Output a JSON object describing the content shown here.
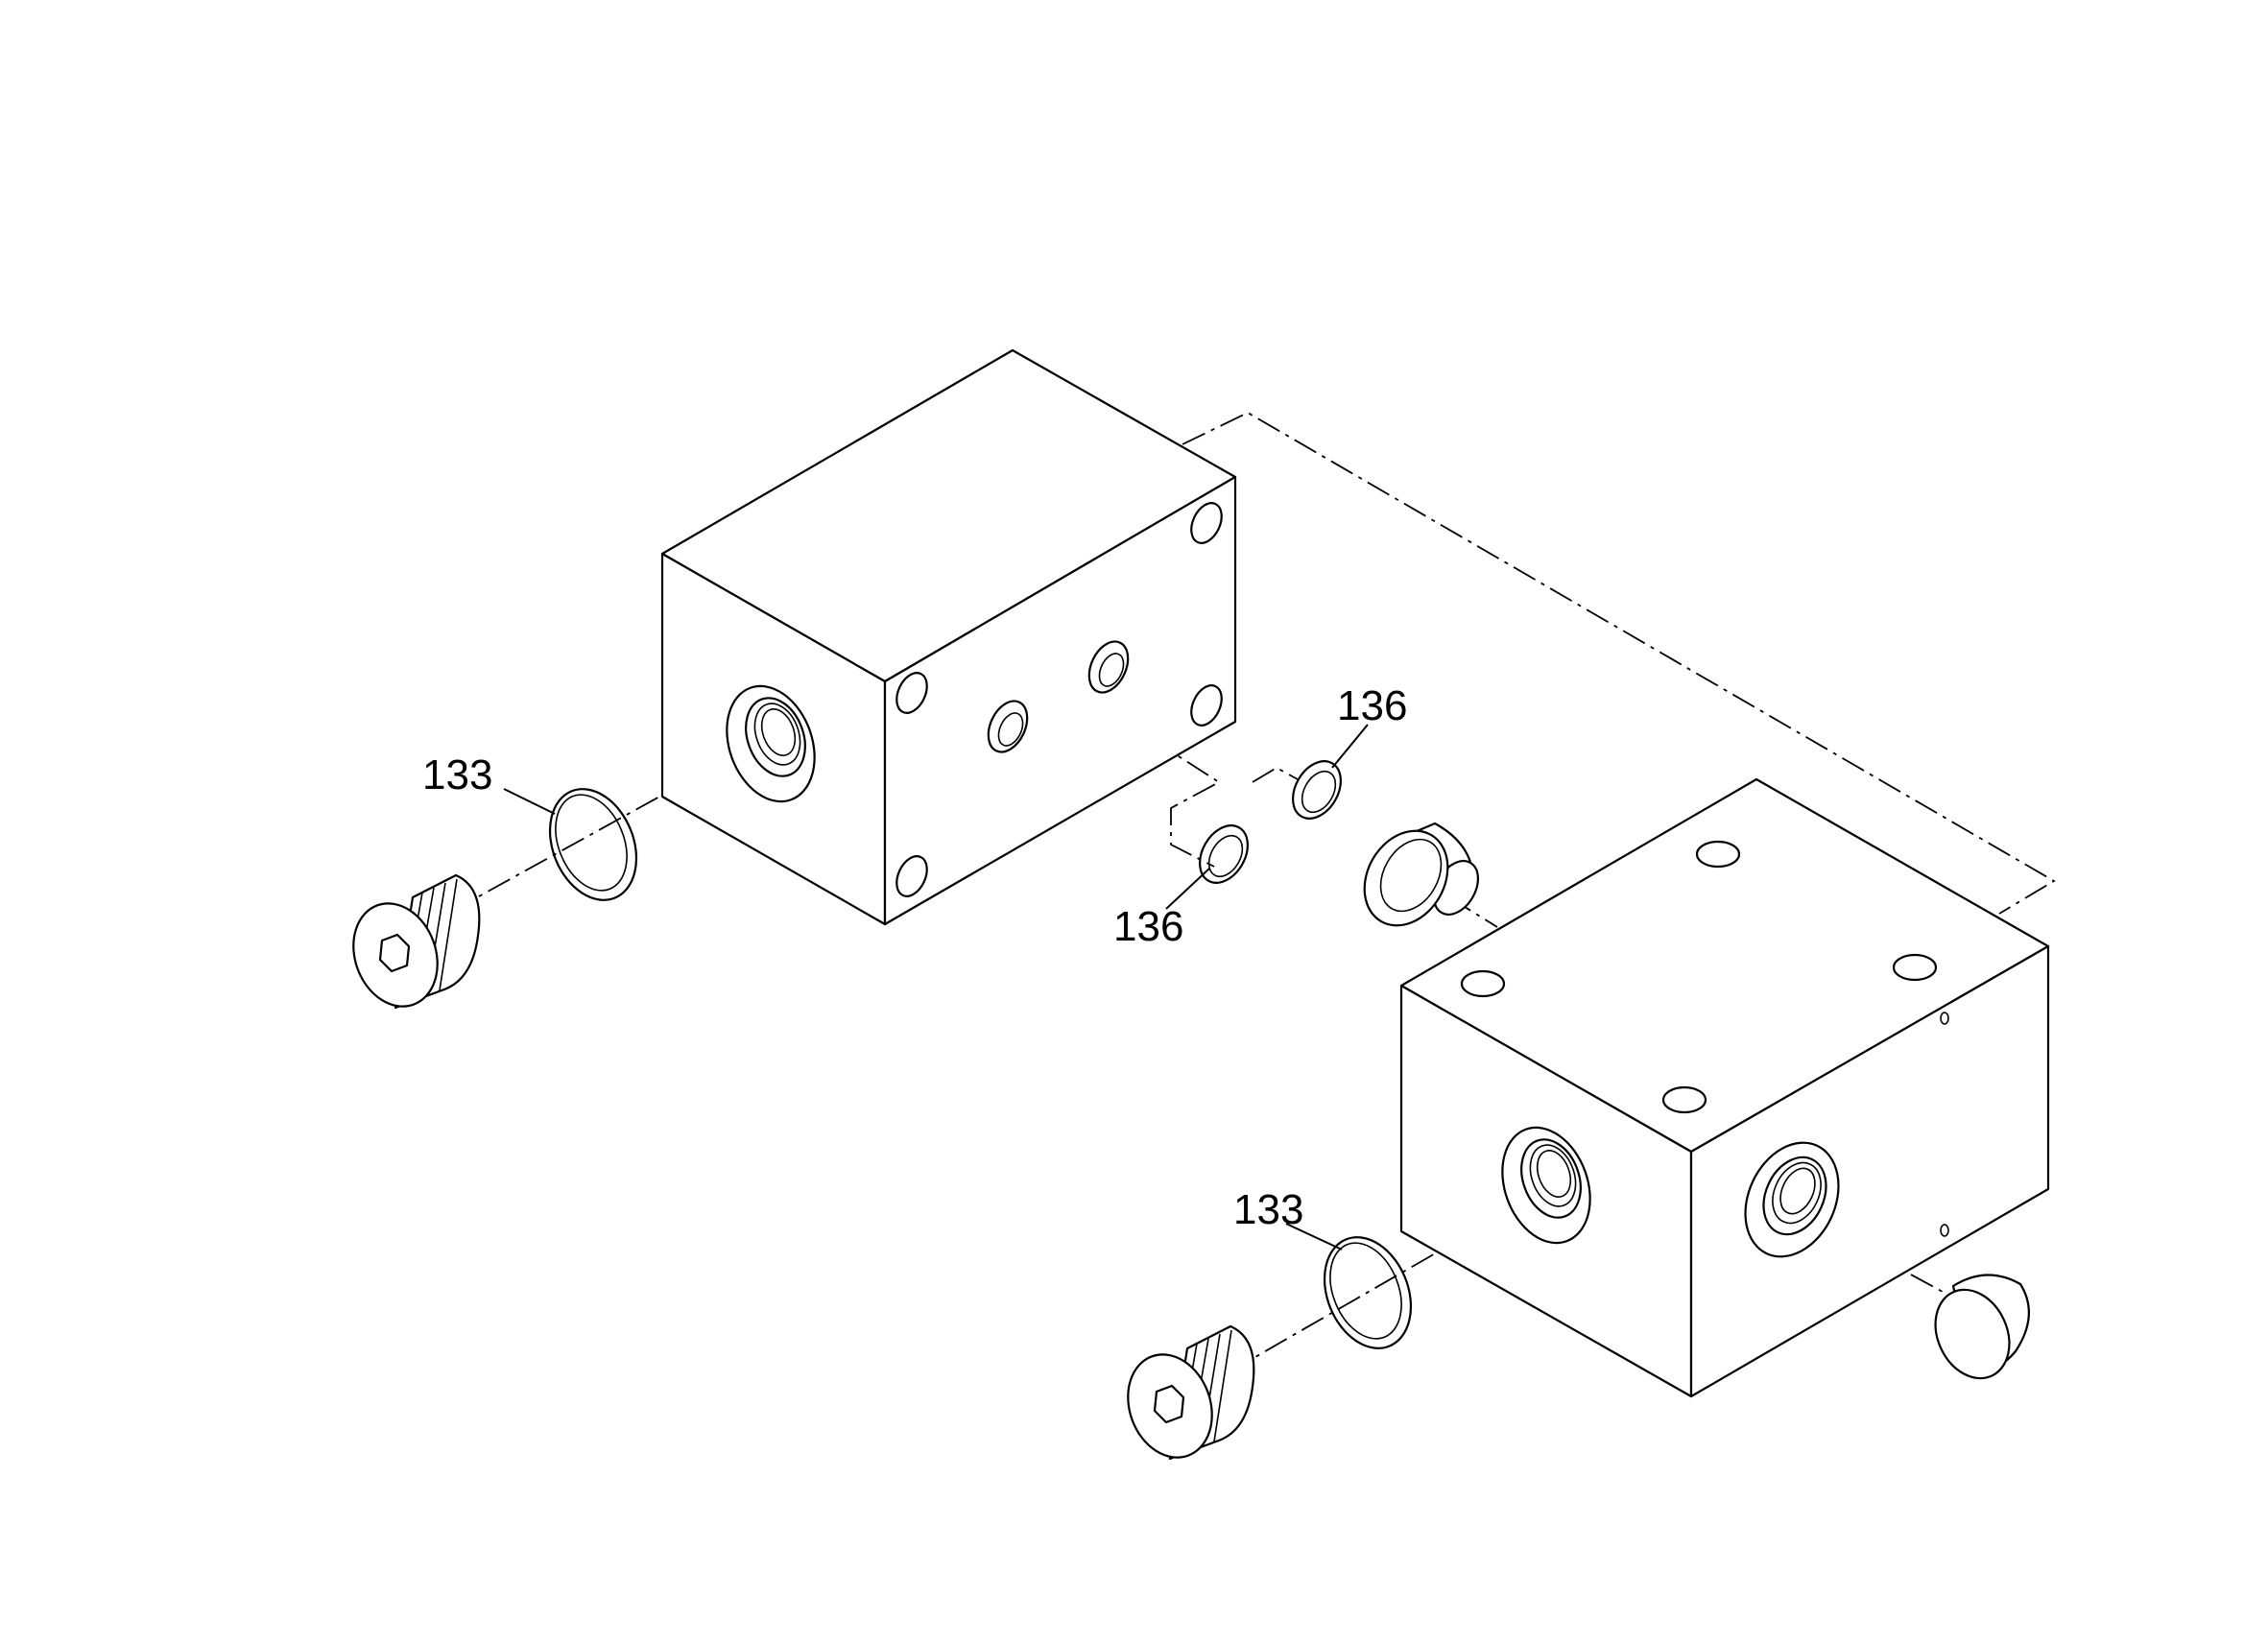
{
  "callouts": [
    {
      "id": "left-o-ring",
      "text": "133"
    },
    {
      "id": "right-o-ring",
      "text": "133"
    },
    {
      "id": "upper-seal-ring",
      "text": "136"
    },
    {
      "id": "lower-seal-ring",
      "text": "136"
    }
  ],
  "colors": {
    "line": "#000000",
    "background": "#ffffff"
  }
}
